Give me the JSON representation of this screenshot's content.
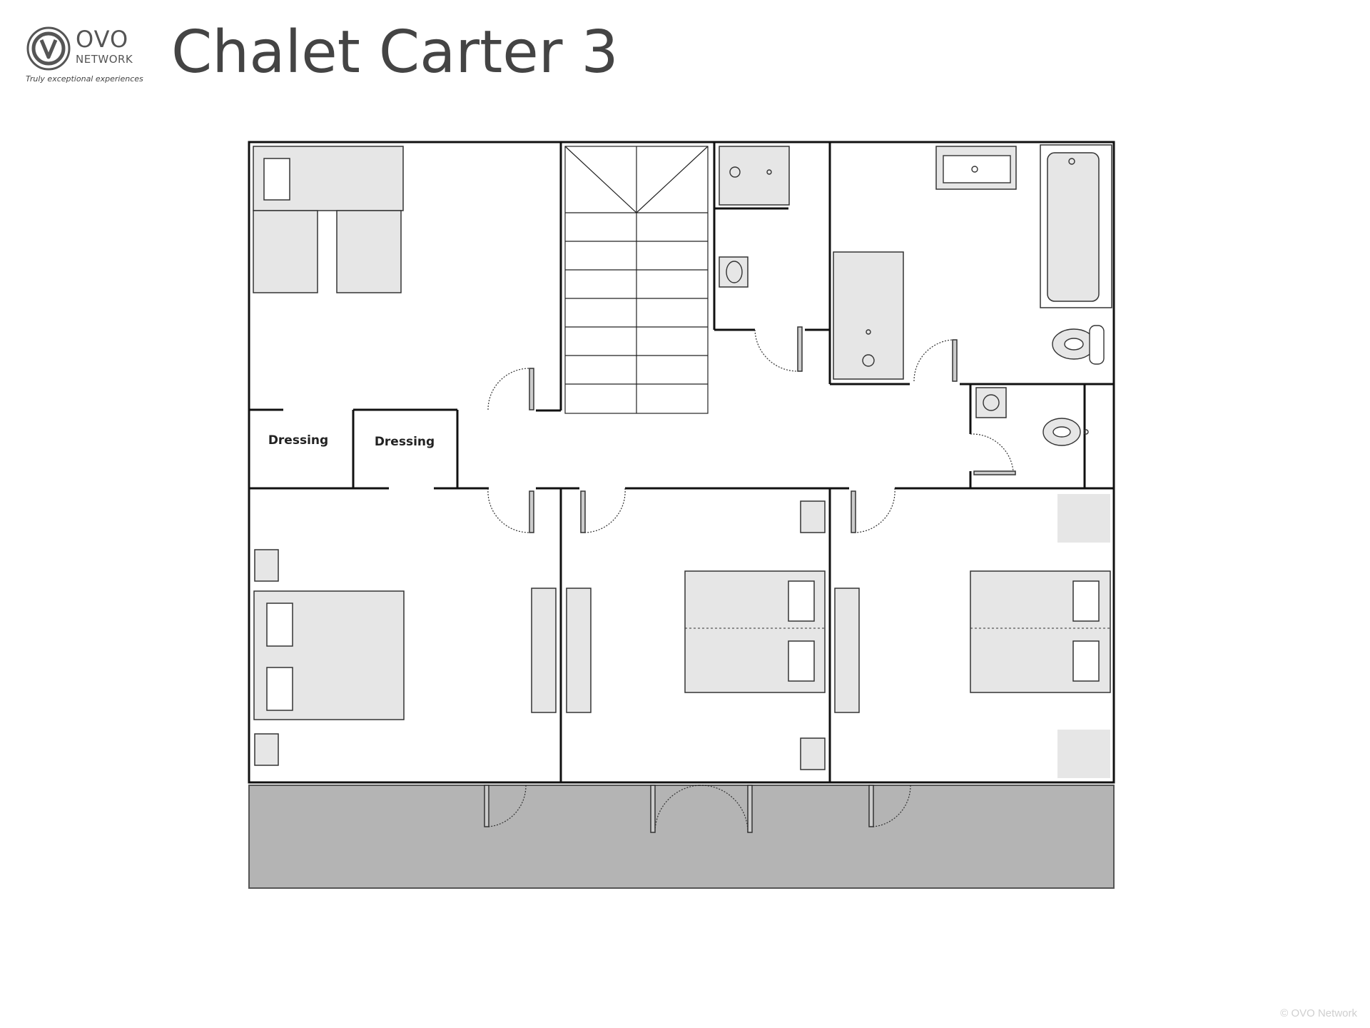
{
  "header": {
    "brand_name": "OVO",
    "brand_sub": "NETWORK",
    "tagline": "Truly exceptional experiences",
    "title": "Chalet Carter 3"
  },
  "floorplan": {
    "rooms": [
      {
        "label": "Dressing"
      },
      {
        "label": "Dressing"
      }
    ]
  },
  "footer": {
    "copyright": "© OVO Network"
  },
  "colors": {
    "wall": "#111111",
    "furniture_fill": "#e6e6e6",
    "balcony": "#b4b4b4",
    "text": "#444444"
  }
}
